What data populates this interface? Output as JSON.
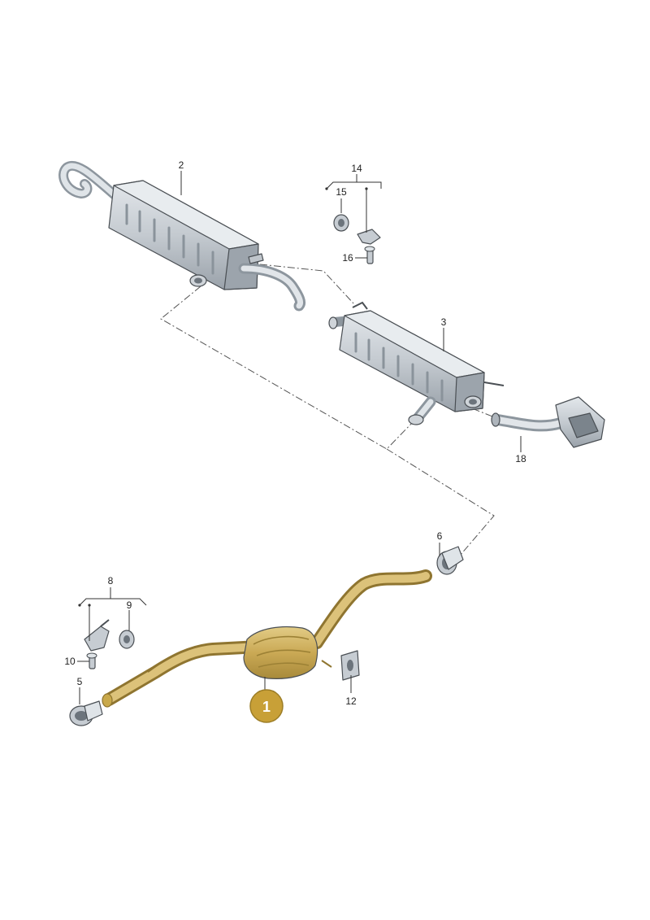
{
  "callouts": {
    "c1": "1",
    "c2": "2",
    "c3": "3",
    "c5": "5",
    "c6": "6",
    "c8": "8",
    "c9": "9",
    "c10": "10",
    "c12": "12",
    "c14": "14",
    "c15": "15",
    "c16": "16",
    "c18": "18"
  },
  "colors": {
    "highlight_fill": "#c9a94b",
    "highlight_badge": "#c8a037",
    "part_fill": "#c6ccd2",
    "part_shadow": "#8d969e",
    "part_light": "#e6eaee"
  }
}
